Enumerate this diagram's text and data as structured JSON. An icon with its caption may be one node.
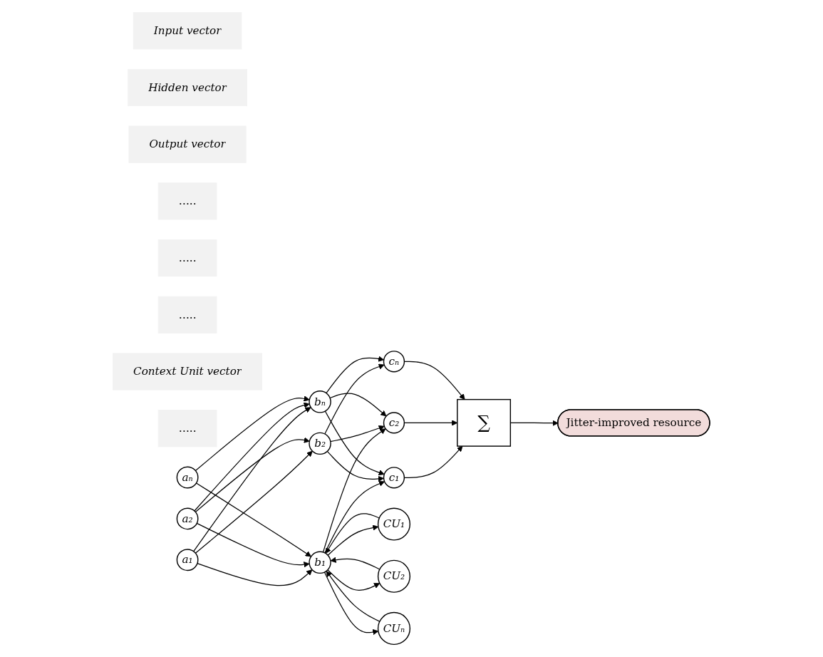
{
  "diagram": {
    "nodes": [
      {
        "text": [
          "Input vector"
        ]
      },
      {
        "text": [
          "Hidden vector"
        ]
      },
      {
        "text": [
          "Output vector"
        ]
      },
      {
        "text": [
          "a₁"
        ]
      },
      {
        "text": [
          "b₁"
        ]
      },
      {
        "text": [
          "c₁"
        ]
      },
      {
        "text": [
          "a₂"
        ]
      },
      {
        "text": [
          "b₂"
        ]
      },
      {
        "text": [
          "c₂"
        ]
      },
      {
        "text": [
          "∑"
        ]
      },
      {
        "text": [
          "….."
        ]
      },
      {
        "text": [
          "….."
        ]
      },
      {
        "text": [
          "….."
        ]
      },
      {
        "text": [
          "aₙ"
        ]
      },
      {
        "text": [
          "bₙ"
        ]
      },
      {
        "text": [
          "cₙ"
        ]
      },
      {
        "text": [
          "CU₁"
        ]
      },
      {
        "text": [
          "CU₂"
        ]
      },
      {
        "text": [
          "Context Unit vector"
        ]
      },
      {
        "text": [
          "Jitter-improved resource"
        ]
      },
      {
        "text": [
          "….."
        ]
      },
      {
        "text": [
          "CUₙ"
        ]
      }
    ],
    "edges": [
      {
        "from": 3,
        "to": 4,
        "arrow": "to"
      },
      {
        "from": 3,
        "to": 7,
        "arrow": "to"
      },
      {
        "from": 3,
        "to": 14,
        "arrow": "to"
      },
      {
        "from": 6,
        "to": 4,
        "arrow": "to"
      },
      {
        "from": 6,
        "to": 7,
        "arrow": "to"
      },
      {
        "from": 6,
        "to": 14,
        "arrow": "to"
      },
      {
        "from": 13,
        "to": 4,
        "arrow": "to"
      },
      {
        "from": 13,
        "to": 14,
        "arrow": "to"
      },
      {
        "from": 4,
        "to": 5,
        "arrow": "to"
      },
      {
        "from": 4,
        "to": 8,
        "arrow": "to"
      },
      {
        "from": 7,
        "to": 5,
        "arrow": "to"
      },
      {
        "from": 7,
        "to": 8,
        "arrow": "to"
      },
      {
        "from": 7,
        "to": 15,
        "arrow": "to"
      },
      {
        "from": 14,
        "to": 5,
        "arrow": "to"
      },
      {
        "from": 14,
        "to": 8,
        "arrow": "to"
      },
      {
        "from": 14,
        "to": 15,
        "arrow": "to"
      },
      {
        "from": 4,
        "to": 16,
        "arrow": "to"
      },
      {
        "from": 4,
        "to": 17,
        "arrow": "to"
      },
      {
        "from": 4,
        "to": 21,
        "arrow": "to"
      },
      {
        "from": 16,
        "to": 4,
        "arrow": "to"
      },
      {
        "from": 17,
        "to": 4,
        "arrow": "to"
      },
      {
        "from": 21,
        "to": 4,
        "arrow": "to"
      },
      {
        "from": 5,
        "to": 9,
        "arrow": "to"
      },
      {
        "from": 8,
        "to": 9,
        "arrow": "to"
      },
      {
        "from": 15,
        "to": 9,
        "arrow": "to"
      },
      {
        "from": 9,
        "to": 19,
        "arrow": "to"
      }
    ]
  }
}
